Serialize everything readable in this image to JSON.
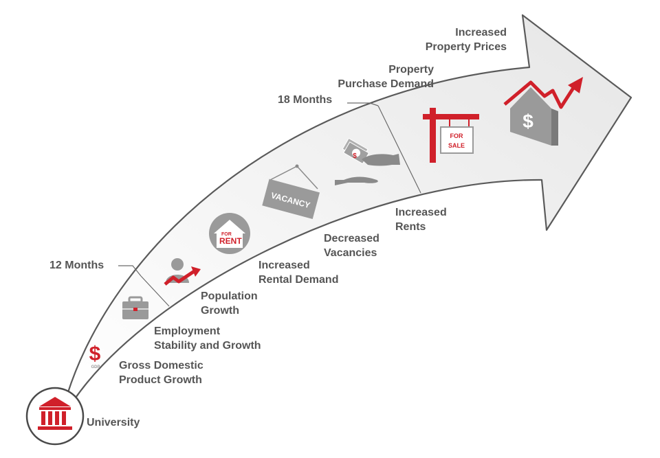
{
  "stages": {
    "university": "University",
    "gdp": [
      "Gross Domestic",
      "Product Growth"
    ],
    "employment": [
      "Employment",
      "Stability and Growth"
    ],
    "population": [
      "Population",
      "Growth"
    ],
    "rental_demand": [
      "Increased",
      "Rental Demand"
    ],
    "vacancies": [
      "Decreased",
      "Vacancies"
    ],
    "rents": [
      "Increased",
      "Rents"
    ],
    "purchase_demand": [
      "Property",
      "Purchase Demand"
    ],
    "prices": [
      "Increased",
      "Property Prices"
    ]
  },
  "milestones": {
    "first": "12 Months",
    "second": "18 Months"
  },
  "icon_text": {
    "gdp_symbol": "$",
    "gdp_caption": "GDP",
    "for_rent_top": "FOR",
    "for_rent_bottom": "RENT",
    "vacancy": "VACANCY",
    "money_symbol": "$",
    "for_sale_top": "FOR",
    "for_sale_bottom": "SALE",
    "house_symbol": "$"
  },
  "colors": {
    "accent_red": "#d0202a",
    "icon_gray": "#9a9a9a",
    "text_gray": "#555555",
    "arrow_fill": "#f0f0f0",
    "arrow_stroke": "#5a5a5a"
  }
}
